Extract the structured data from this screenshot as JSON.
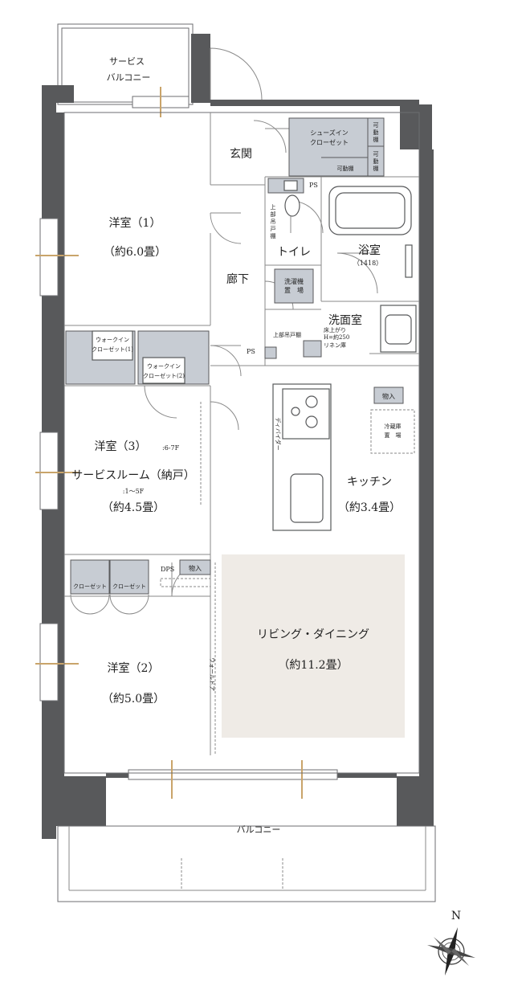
{
  "rooms": {
    "service_balcony": [
      "サービス",
      "バルコニー"
    ],
    "entrance": "玄関",
    "shoes_closet": [
      "シューズイン",
      "クローゼット"
    ],
    "movable_shelf": "可動棚",
    "movable_shelf_vertical": [
      "可",
      "動",
      "棚"
    ],
    "ps": "PS",
    "upper_cabinet_vertical": [
      "上",
      "部",
      "吊",
      "戸",
      "棚"
    ],
    "toilet": "トイレ",
    "bath": "浴室",
    "bath_size": "（1418）",
    "western1": "洋室（1）",
    "western1_size": "（約6.0畳）",
    "corridor": "廊下",
    "washer_space": [
      "洗濯機",
      "置　場"
    ],
    "washroom": "洗面室",
    "upper_cabinet": "上部吊戸棚",
    "floor_raise": [
      "床上がり",
      "H=約250"
    ],
    "linen": "リネン庫",
    "wic1": [
      "ウォークイン",
      "クローゼット(1)"
    ],
    "wic2": [
      "ウォークイン",
      "クローゼット(2)"
    ],
    "storage": "物入",
    "divider": "ディバイダー",
    "fridge": [
      "冷蔵庫",
      "置　場"
    ],
    "western3": "洋室（3）",
    "western3_floor": ":6-7F",
    "service_room": "サービスルーム（納戸）",
    "service_room_floor": ":1～5F",
    "western3_size": "（約4.5畳）",
    "kitchen": "キッチン",
    "kitchen_size": "（約3.4畳）",
    "dps": "DPS",
    "closet": "クローゼット",
    "living": "リビング・ダイニング",
    "living_size": "（約11.2畳）",
    "wall_door": "ウォールドア",
    "western2": "洋室（2）",
    "western2_size": "（約5.0畳）",
    "balcony": "バルコニー"
  },
  "compass": {
    "north": "N"
  },
  "colors": {
    "wall": "#58595b",
    "closet": "#c7ccd3",
    "living_floor": "#efebe6",
    "window_accent": "#c9a46a"
  }
}
